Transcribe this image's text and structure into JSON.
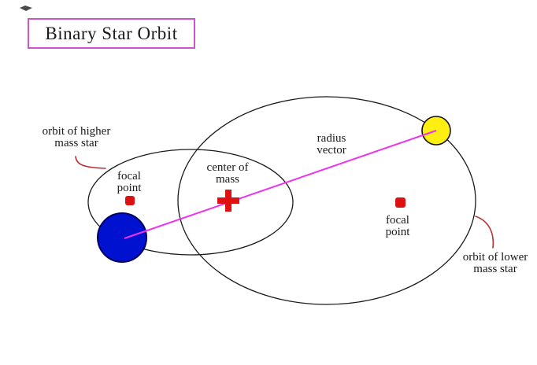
{
  "title": "Binary Star Orbit",
  "labels": {
    "orbit_higher": {
      "line1": "orbit of higher",
      "line2": "mass star"
    },
    "focal_left": {
      "line1": "focal",
      "line2": "point"
    },
    "center_of_mass": {
      "line1": "center of",
      "line2": "mass"
    },
    "radius_vector": {
      "line1": "radius",
      "line2": "vector"
    },
    "focal_right": {
      "line1": "focal",
      "line2": "point"
    },
    "orbit_lower": {
      "line1": "orbit of lower",
      "line2": "mass star"
    }
  },
  "colors": {
    "background": "#ffffff",
    "ink": "#1a1a1a",
    "title-border": "#cc55cc",
    "vector": "#ee33ee",
    "marker-red": "#dd1111",
    "leader-red": "#bb3333",
    "star-blue": "#0011d0",
    "star-blue-edge": "#000060",
    "star-yellow": "#ffee11",
    "star-yellow-edge": "#111111"
  }
}
